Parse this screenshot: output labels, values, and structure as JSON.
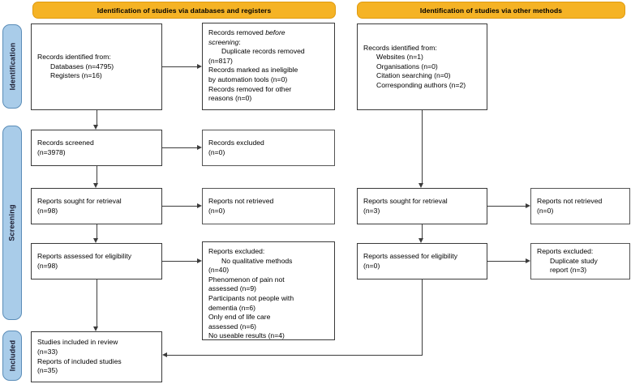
{
  "colors": {
    "banner_fill": "#F5B325",
    "banner_border": "#E09B10",
    "stage_fill": "#A9CCE9",
    "stage_border": "#5B8DB8",
    "box_border": "#3a3a3a",
    "connector": "#3c3c3c",
    "text": "#000000"
  },
  "banners": {
    "left": "Identification of studies via databases and registers",
    "right": "Identification of studies via other methods"
  },
  "stages": {
    "identification": "Identification",
    "screening": "Screening",
    "included": "Included"
  },
  "left_column": {
    "identified": {
      "line1": "Records identified from:",
      "line2": "Databases (n=4795)",
      "line3": "Registers (n=16)"
    },
    "removed": {
      "line1": "Records removed ",
      "line1_italic": "before",
      "line2_italic": "screening",
      "line2_tail": ":",
      "line3": "Duplicate records removed",
      "line4": "(n=817)",
      "line5": "Records marked as ineligible",
      "line6": "by automation tools (n=0)",
      "line7": "Records removed for other",
      "line8": "reasons (n=0)"
    },
    "screened": {
      "line1": "Records screened",
      "line2": "(n=3978)"
    },
    "excluded": {
      "line1": "Records excluded",
      "line2": "(n=0)"
    },
    "sought": {
      "line1": "Reports sought for retrieval",
      "line2": "(n=98)"
    },
    "not_retrieved": {
      "line1": "Reports not retrieved",
      "line2": "(n=0)"
    },
    "assessed": {
      "line1": "Reports assessed for eligibility",
      "line2": "(n=98)"
    },
    "reports_excluded": {
      "line1": "Reports excluded:",
      "line2": "No qualitative methods",
      "line3": "(n=40)",
      "line4": "Phenomenon of pain not",
      "line5": "assessed (n=9)",
      "line6": "Participants not people with",
      "line7": "dementia (n=6)",
      "line8": "Only end of life care",
      "line9": "assessed (n=6)",
      "line10": "No useable results (n=4)"
    }
  },
  "right_column": {
    "identified": {
      "line1": "Records identified from:",
      "line2": "Websites (n=1)",
      "line3": "Organisations (n=0)",
      "line4": "Citation searching (n=0)",
      "line5": "Corresponding authors (n=2)"
    },
    "sought": {
      "line1": "Reports sought for retrieval",
      "line2": "(n=3)"
    },
    "not_retrieved": {
      "line1": "Reports not retrieved",
      "line2": "(n=0)"
    },
    "assessed": {
      "line1": "Reports assessed for eligibility",
      "line2": "(n=0)"
    },
    "reports_excluded": {
      "line1": "Reports excluded:",
      "line2": "Duplicate study",
      "line3": "report (n=3)"
    }
  },
  "included_box": {
    "line1": "Studies included in review",
    "line2": "(n=33)",
    "line3": "Reports of included studies",
    "line4": "(n=35)"
  }
}
